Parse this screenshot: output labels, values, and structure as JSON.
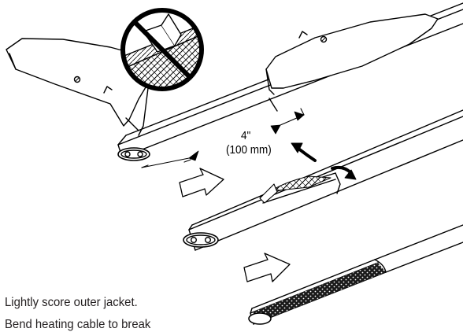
{
  "dimension": {
    "inches": "4\"",
    "metric": "(100 mm)"
  },
  "steps": [
    "Lightly score outer jacket.",
    "Bend  heating cable to break"
  ],
  "colors": {
    "ink": "#000000",
    "page": "#ffffff"
  },
  "icons": {
    "prohibition": "prohibition-sign-icon",
    "knife": "utility-knife-icon",
    "arrow": "block-arrow-icon",
    "bend": "bend-arrows-icon"
  }
}
